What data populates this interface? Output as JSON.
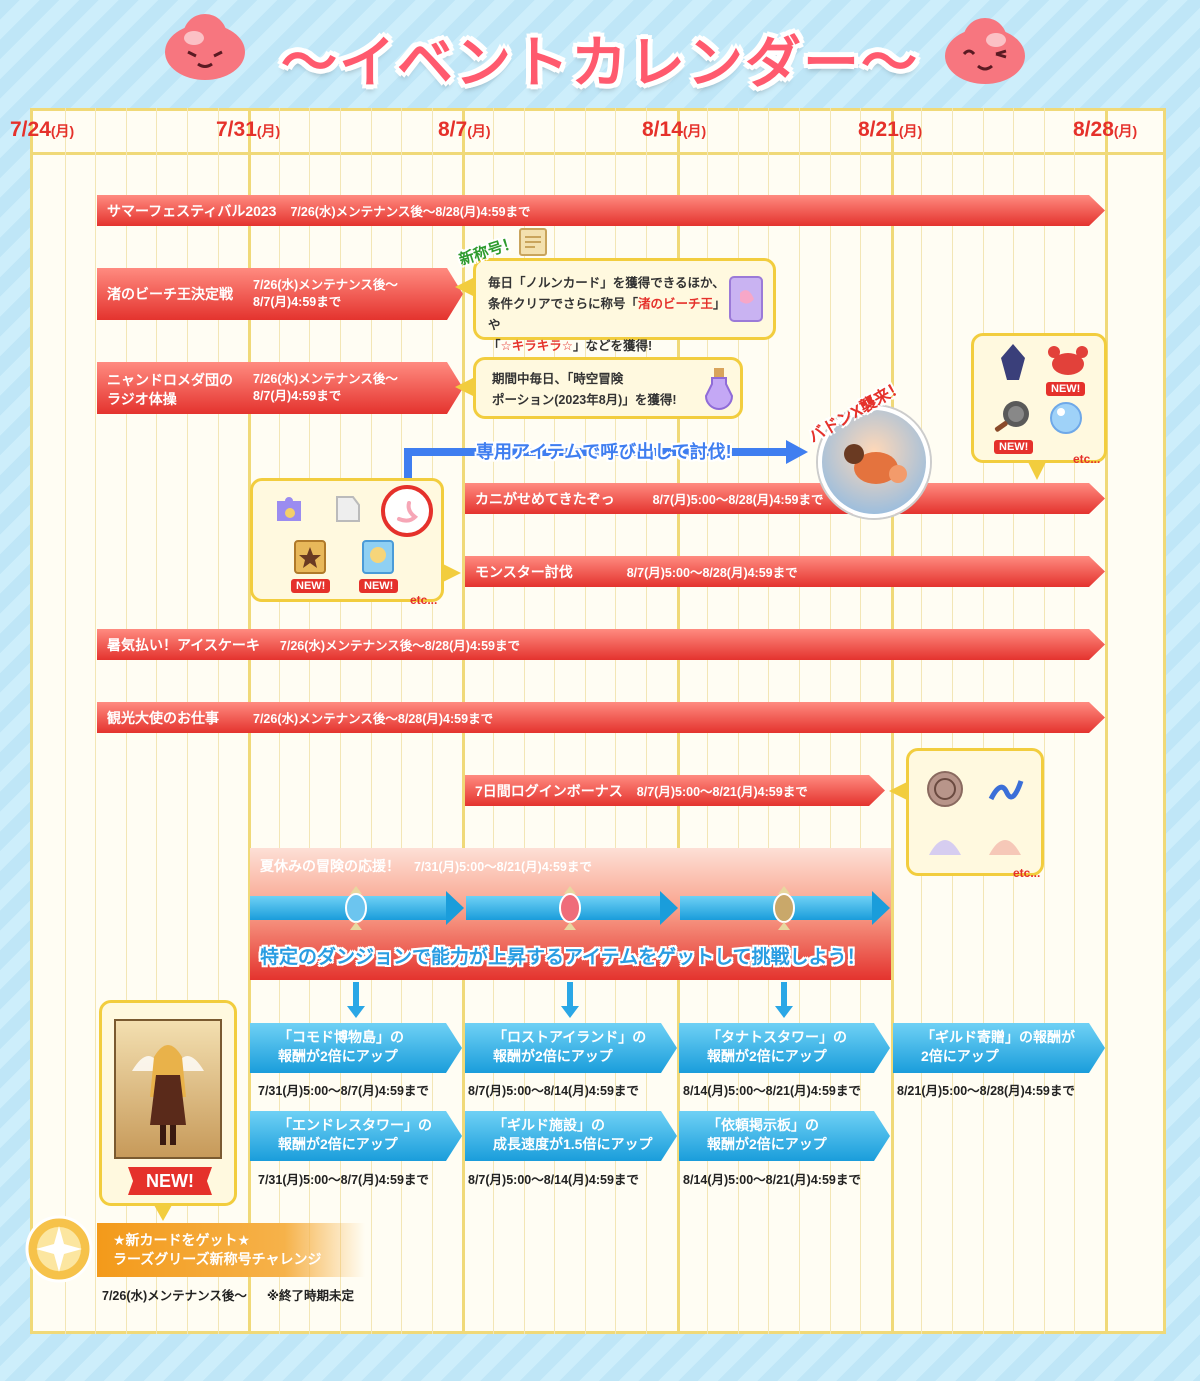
{
  "title": "〜イベントカレンダー〜",
  "dates": [
    {
      "d": "7/24",
      "w": "(月)"
    },
    {
      "d": "7/31",
      "w": "(月)"
    },
    {
      "d": "8/7",
      "w": "(月)"
    },
    {
      "d": "8/14",
      "w": "(月)"
    },
    {
      "d": "8/21",
      "w": "(月)"
    },
    {
      "d": "8/28",
      "w": "(月)"
    }
  ],
  "events": {
    "summer_festival": {
      "name": "サマーフェスティバル2023",
      "period": "7/26(水)メンテナンス後〜8/28(月)4:59まで"
    },
    "beach_king": {
      "name": "渚のビーチ王決定戦",
      "period_1": "7/26(水)メンテナンス後〜",
      "period_2": "8/7(月)4:59まで"
    },
    "radio": {
      "name_1": "ニャンドロメダ団の",
      "name_2": "ラジオ体操",
      "period_1": "7/26(水)メンテナンス後〜",
      "period_2": "8/7(月)4:59まで"
    },
    "crab": {
      "name": "カニがせめてきたぞっ",
      "period": "8/7(月)5:00〜8/28(月)4:59まで"
    },
    "monster": {
      "name": "モンスター討伐",
      "period": "8/7(月)5:00〜8/28(月)4:59まで"
    },
    "ice": {
      "name": "暑気払い！アイスケーキ",
      "period": "7/26(水)メンテナンス後〜8/28(月)4:59まで"
    },
    "tourism": {
      "name": "観光大使のお仕事",
      "period": "7/26(水)メンテナンス後〜8/28(月)4:59まで"
    },
    "login": {
      "name": "7日間ログインボーナス",
      "period": "8/7(月)5:00〜8/21(月)4:59まで"
    },
    "summer_support": {
      "name": "夏休みの冒険の応援！",
      "period": "7/31(月)5:00〜8/21(月)4:59まで",
      "banner": "特定のダンジョンで能力が上昇するアイテムをゲットして挑戦しよう！"
    },
    "card_challenge": {
      "name_1": "★新カードをゲット★",
      "name_2": "ラーズグリーズ新称号チャレンジ",
      "period": "7/26(水)メンテナンス後〜",
      "note": "※終了時期未定"
    }
  },
  "callouts": {
    "beach": {
      "badge": "新称号！",
      "line_1a": "毎日「ノルンカード」を獲得できるほか、",
      "line_2a": "条件クリアでさらに称号「",
      "line_2b": "渚のビーチ王",
      "line_2c": "」や",
      "line_3a": "「",
      "line_3b": "☆キラキラ☆",
      "line_3c": "」などを獲得!"
    },
    "radio": {
      "line_1": "期間中毎日、「時空冒険",
      "line_2": "ポーション(2023年8月)」を獲得!"
    },
    "summon": "専用アイテムで呼び出して討伐!",
    "boss": "バドンX襲来！",
    "new": "NEW!",
    "etc": "etc..."
  },
  "rewards": [
    {
      "l1": "「コモド博物島」の",
      "l2": "報酬が2倍にアップ",
      "period": "7/31(月)5:00〜8/7(月)4:59まで"
    },
    {
      "l1": "「ロストアイランド」の",
      "l2": "報酬が2倍にアップ",
      "period": "8/7(月)5:00〜8/14(月)4:59まで"
    },
    {
      "l1": "「タナトスタワー」の",
      "l2": "報酬が2倍にアップ",
      "period": "8/14(月)5:00〜8/21(月)4:59まで"
    },
    {
      "l1": "「ギルド寄贈」の報酬が",
      "l2": "2倍にアップ",
      "period": "8/21(月)5:00〜8/28(月)4:59まで"
    },
    {
      "l1": "「エンドレスタワー」の",
      "l2": "報酬が2倍にアップ",
      "period": "7/31(月)5:00〜8/7(月)4:59まで"
    },
    {
      "l1": "「ギルド施設」の",
      "l2": "成長速度が1.5倍にアップ",
      "period": "8/7(月)5:00〜8/14(月)4:59まで"
    },
    {
      "l1": "「依頼掲示板」の",
      "l2": "報酬が2倍にアップ",
      "period": "8/14(月)5:00〜8/21(月)4:59まで"
    }
  ],
  "colors": {
    "bar_red": "#e4332e",
    "bar_blue": "#1a9ddb",
    "date_red": "#e5312b",
    "frame_gold": "#f0d978",
    "background": "#bfe6f7"
  }
}
